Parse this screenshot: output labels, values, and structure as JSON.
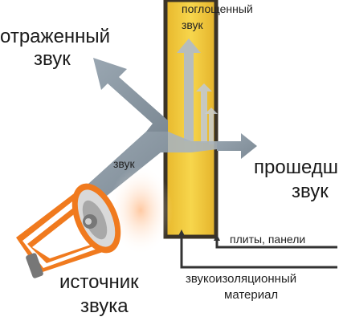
{
  "labels": {
    "reflected_line1": "отраженный",
    "reflected_line2": "звук",
    "absorbed_line1": "поглощенный",
    "absorbed_line2": "звук",
    "sound": "звук",
    "passed_line1": "прошедш",
    "passed_line2": "звук",
    "panels": "плиты, панели",
    "material_line1": "звукоизоляционный",
    "material_line2": "материал",
    "source_line1": "источник",
    "source_line2": "звука"
  },
  "colors": {
    "panel_fill": "#f3cc3c",
    "panel_border": "#3b3326",
    "arrow": "#8e9ba6",
    "megaphone_orange": "#f07a1e",
    "pointer_line": "#333333"
  },
  "icons": {
    "source": "megaphone-icon"
  }
}
